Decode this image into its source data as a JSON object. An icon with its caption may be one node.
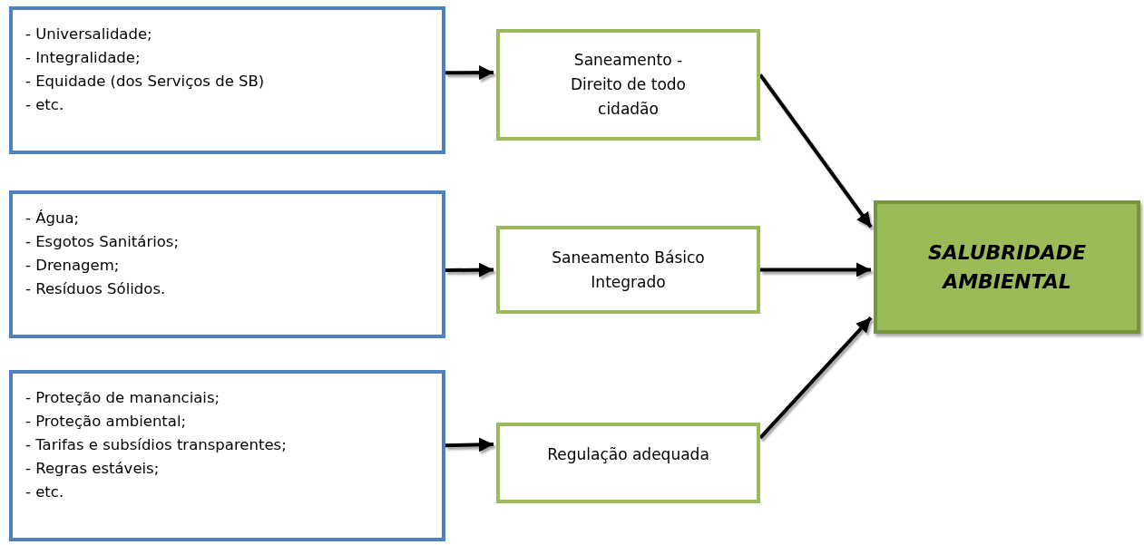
{
  "diagram": {
    "nodes": [
      {
        "text": [
          "- Universalidade;",
          "- Integralidade;",
          "- Equidade (dos Serviços de SB)",
          "- etc."
        ]
      },
      {
        "text": [
          "Saneamento - Direito de todo cidadão"
        ]
      },
      {
        "text": [
          "- Água;",
          "- Esgotos Sanitários;",
          "- Drenagem;",
          "- Resíduos Sólidos."
        ]
      },
      {
        "text": [
          "Saneamento Básico Integrado"
        ]
      },
      {
        "text": [
          "- Proteção de mananciais;",
          "- Proteção ambiental;",
          "- Tarifas e subsídios transparentes;",
          "- Regras estáveis;",
          "- etc."
        ]
      },
      {
        "text": [
          "Regulação adequada"
        ]
      },
      {
        "text": [
          "SALUBRIDADE AMBIENTAL"
        ]
      }
    ],
    "edges": [
      {
        "from": 0,
        "to": 1,
        "arrow": "to"
      },
      {
        "from": 2,
        "to": 3,
        "arrow": "to"
      },
      {
        "from": 4,
        "to": 5,
        "arrow": "to"
      },
      {
        "from": 1,
        "to": 6,
        "arrow": "to"
      },
      {
        "from": 3,
        "to": 6,
        "arrow": "to"
      },
      {
        "from": 5,
        "to": 6,
        "arrow": "to"
      }
    ]
  }
}
